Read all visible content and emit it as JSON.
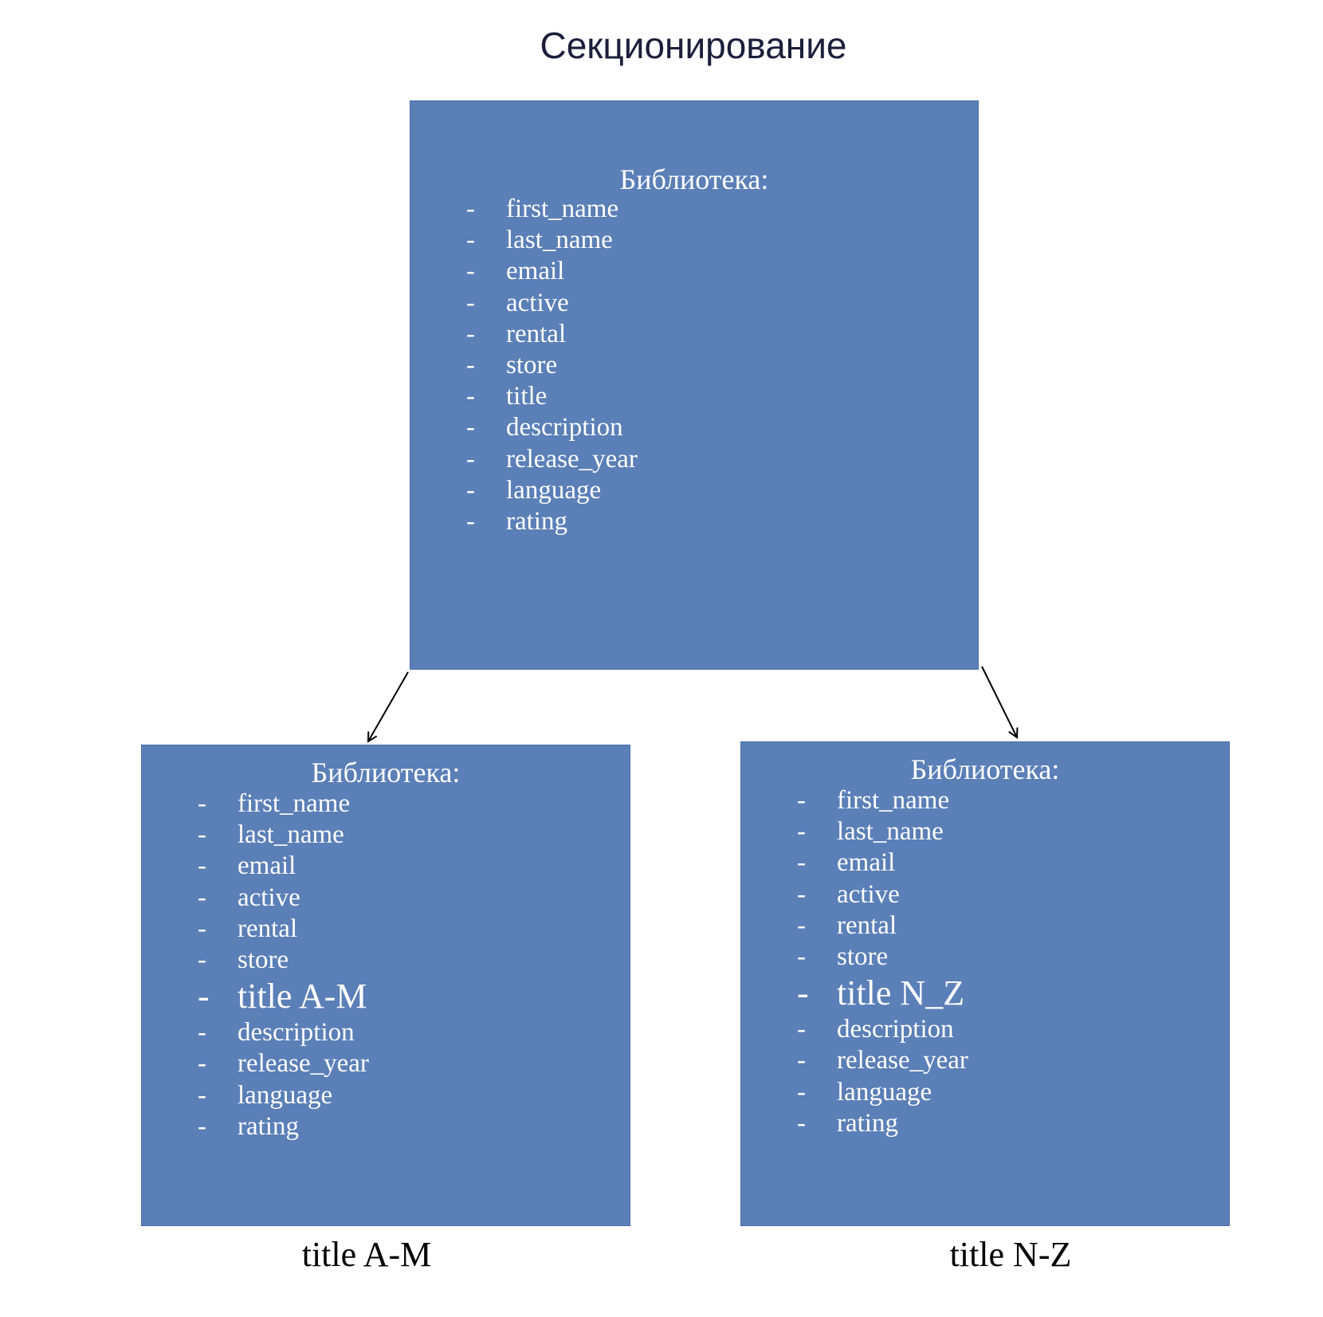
{
  "title": "Секционирование",
  "top_box": {
    "heading": "Библиотека:",
    "items": [
      "first_name",
      "last_name",
      "email",
      "active",
      "rental",
      "store",
      "title",
      "description",
      "release_year",
      "language",
      "rating"
    ]
  },
  "left_box": {
    "heading": "Библиотека:",
    "items": [
      "first_name",
      "last_name",
      "email",
      "active",
      "rental",
      "store",
      "title A-M",
      "description",
      "release_year",
      "language",
      "rating"
    ]
  },
  "right_box": {
    "heading": "Библиотека:",
    "items": [
      "first_name",
      "last_name",
      "email",
      "active",
      "rental",
      "store",
      "title N_Z",
      "description",
      "release_year",
      "language",
      "rating"
    ]
  },
  "captions": {
    "left": "title A-M",
    "right": "title N-Z"
  },
  "colors": {
    "box_fill": "#5b7fb7",
    "box_text": "#ffffff",
    "title_text": "#1b1f3b"
  },
  "bullet": "-"
}
